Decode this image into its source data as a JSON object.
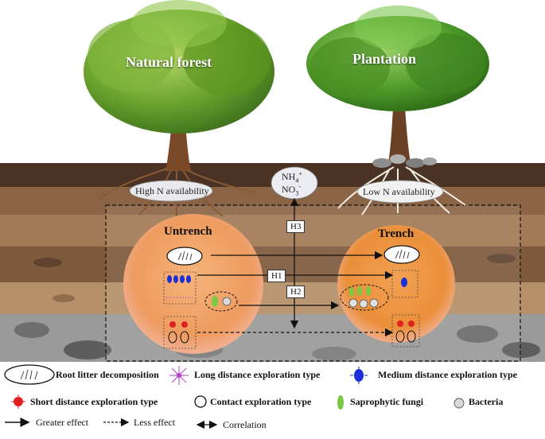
{
  "trees": {
    "left_title": "Natural forest",
    "right_title": "Plantation"
  },
  "soil": {
    "left_label": "High N availability",
    "right_label": "Low N availability",
    "nh4_base": "NH",
    "nh4_sub": "4",
    "nh4_sup": "+",
    "no3_base": "NO",
    "no3_sub": "3",
    "no3_sup": "-"
  },
  "circles": {
    "left_title": "Untrench",
    "right_title": "Trench"
  },
  "hypotheses": {
    "h1": "H1",
    "h2": "H2",
    "h3": "H3"
  },
  "legend": {
    "root_litter": "Root litter decomposition",
    "long_distance": "Long distance exploration type",
    "medium_distance": "Medium distance exploration type",
    "short_distance": "Short distance exploration type",
    "contact": "Contact  exploration type",
    "saprophytic": "Saprophytic fungi",
    "bacteria": "Bacteria",
    "greater": "Greater effect",
    "less": "Less effect",
    "correlation": "Correlation"
  },
  "colors": {
    "medium_type": "#1a2fd6",
    "short_type": "#e02020",
    "long_type": "#b03cc8",
    "saprophytic": "#7ac943",
    "orange_circle": "#f0934a",
    "tree_leaves": "#6aa22e"
  }
}
